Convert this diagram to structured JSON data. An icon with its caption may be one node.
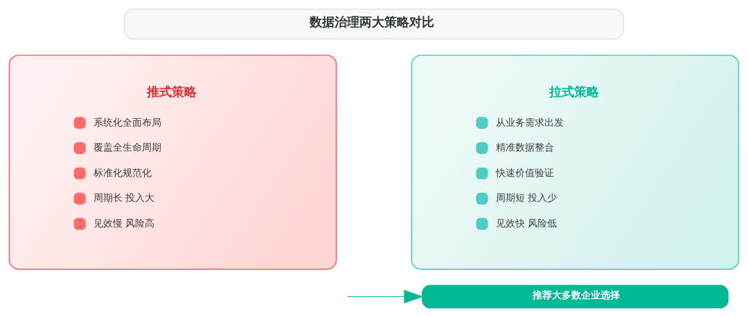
{
  "diagram": {
    "nodes": [
      {
        "text": [
          "数据治理两大策略对比"
        ]
      },
      {
        "text": [
          "推式策略",
          "系统化全面布局",
          "覆盖全生命周期",
          "标准化规范化",
          "周期长 投入大",
          "见效慢 风险高"
        ]
      },
      {
        "text": [
          "拉式策略",
          "从业务需求出发",
          "精准数据整合",
          "快速价值验证",
          "周期短 投入少",
          "见效快 风险低"
        ]
      },
      {
        "text": [
          "推荐大多数企业选择"
        ]
      }
    ],
    "edges": [
      {
        "from": null,
        "to": 3,
        "arrow": "to"
      }
    ]
  }
}
